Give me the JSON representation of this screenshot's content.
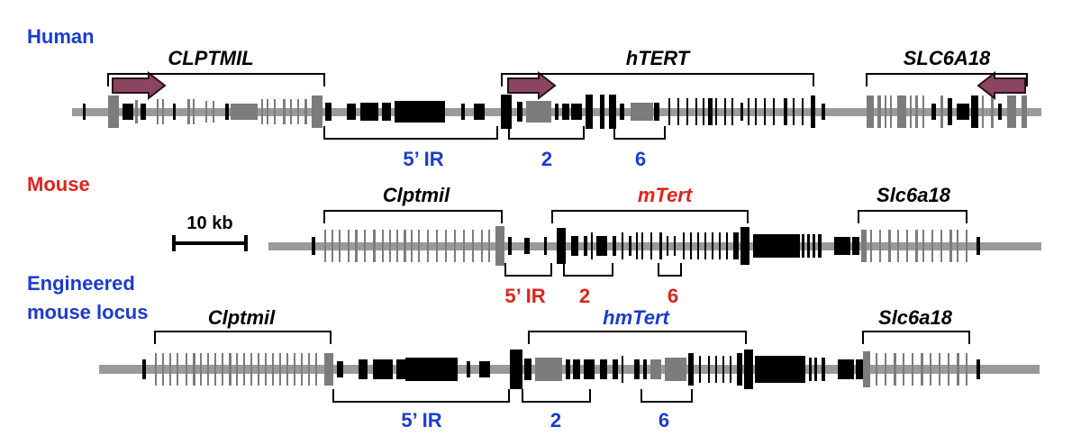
{
  "colors": {
    "blue": "#1a3ccf",
    "red": "#e0231c",
    "black": "#000000",
    "gray": "#9a9a9a",
    "exon_gray": "#7c7c7c",
    "arrow_fill": "#8b4560",
    "arrow_stroke": "#2a0e18"
  },
  "species": {
    "human": "Human",
    "mouse": "Mouse",
    "engineered_line1": "Engineered",
    "engineered_line2": "mouse locus"
  },
  "scale_bar": {
    "label": "10 kb"
  },
  "human": {
    "genes": {
      "left": "CLPTMIL",
      "center": "hTERT",
      "right": "SLC6A18"
    },
    "regions": {
      "ir": "5’ IR",
      "r2": "2",
      "r6": "6"
    }
  },
  "mouse": {
    "genes": {
      "left": "Clptmil",
      "center": "mTert",
      "right": "Slc6a18"
    },
    "regions": {
      "ir": "5’ IR",
      "r2": "2",
      "r6": "6"
    }
  },
  "engineered": {
    "genes": {
      "left": "Clptmil",
      "center": "hmTert",
      "right": "Slc6a18"
    },
    "regions": {
      "ir": "5’ IR",
      "r2": "2",
      "r6": "6"
    }
  }
}
